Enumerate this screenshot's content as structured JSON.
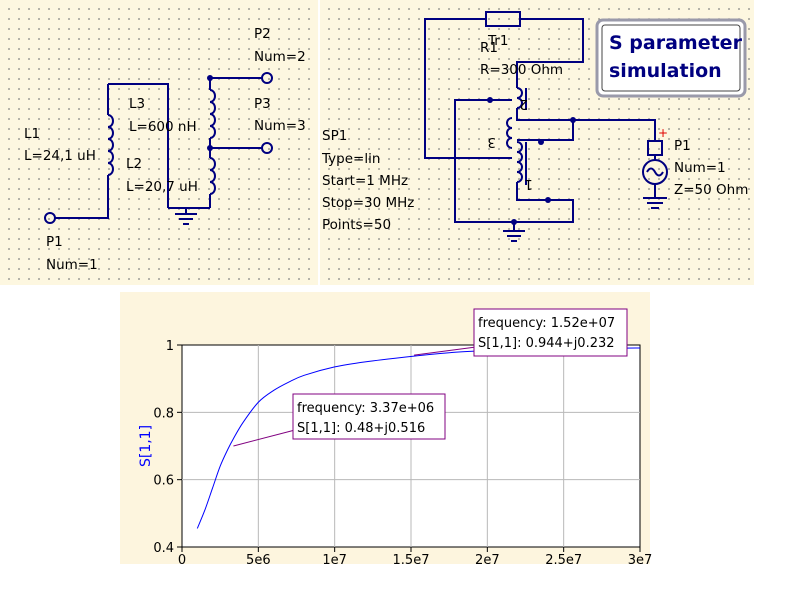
{
  "schematic_left": {
    "L1": {
      "name": "L1",
      "value": "L=24,1 uH"
    },
    "L2": {
      "name": "L2",
      "value": "L=20,7 uH"
    },
    "L3": {
      "name": "L3",
      "value": "L=600 nH"
    },
    "P1": {
      "name": "P1",
      "num": "Num=1"
    },
    "P2": {
      "name": "P2",
      "num": "Num=2"
    },
    "P3": {
      "name": "P3",
      "num": "Num=3"
    }
  },
  "sim_block": {
    "name": "SP1",
    "type": "Type=lin",
    "start": "Start=1 MHz",
    "stop": "Stop=30 MHz",
    "points": "Points=50"
  },
  "schematic_right": {
    "R1": {
      "name": "R1",
      "value": "R=300 Ohm"
    },
    "Tr1": {
      "name": "Tr1"
    },
    "winding_labels": [
      "2",
      "3",
      "1"
    ],
    "P1": {
      "name": "P1",
      "num": "Num=1",
      "z": "Z=50 Ohm"
    }
  },
  "title_box": {
    "line1": "S parameter",
    "line2": "simulation",
    "color": "#000080"
  },
  "chart_data": {
    "type": "line",
    "ylabel": "S[1,1]",
    "xlim": [
      0,
      30000000
    ],
    "ylim": [
      0.4,
      1.0
    ],
    "x_ticks": [
      0,
      5000000,
      10000000,
      15000000,
      20000000,
      25000000,
      30000000
    ],
    "x_tick_labels": [
      "0",
      "5e6",
      "1e7",
      "1.5e7",
      "2e7",
      "2.5e7",
      "3e7"
    ],
    "y_ticks": [
      0.4,
      0.6,
      0.8,
      1.0
    ],
    "y_tick_labels": [
      "0.4",
      "0.6",
      "0.8",
      "1"
    ],
    "grid": true,
    "series": [
      {
        "color": "#0000ff",
        "x": [
          1000000,
          1500000,
          2000000,
          2500000,
          3000000,
          3370000,
          4000000,
          5000000,
          6000000,
          7000000,
          8000000,
          10000000,
          12000000,
          15200000,
          18000000,
          21000000,
          24000000,
          27000000,
          30000000
        ],
        "y": [
          0.455,
          0.51,
          0.575,
          0.64,
          0.69,
          0.722,
          0.77,
          0.83,
          0.865,
          0.89,
          0.91,
          0.935,
          0.95,
          0.967,
          0.979,
          0.985,
          0.988,
          0.99,
          0.991
        ]
      }
    ],
    "markers": [
      {
        "x": 3370000,
        "y": 0.7,
        "frequency": "frequency: 3.37e+06",
        "value": "S[1,1]: 0.48+j0.516"
      },
      {
        "x": 15200000,
        "y": 0.97,
        "frequency": "frequency: 1.52e+07",
        "value": "S[1,1]: 0.944+j0.232"
      }
    ]
  }
}
